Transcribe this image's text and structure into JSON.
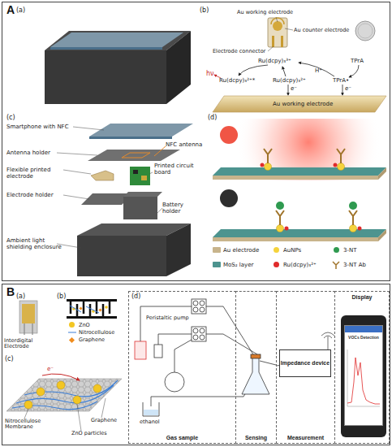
{
  "diagram": {
    "nodes": [
      {
        "text": [
          "A"
        ]
      },
      {
        "text": [
          "B"
        ]
      },
      {
        "text": [
          "Gas sample"
        ],
        "in": 1
      },
      {
        "text": [
          "Sensing"
        ],
        "in": 1
      },
      {
        "text": [
          "Measurement"
        ],
        "in": 1
      },
      {
        "text": [
          "Impedance device"
        ],
        "in": 4
      },
      {
        "text": [
          "Display"
        ],
        "in": 1
      },
      {
        "text": [
          "VOCs Detection"
        ],
        "in": 6
      }
    ],
    "edges": [
      {
        "from": 3,
        "to": 5,
        "arrow": "none"
      }
    ],
    "labels": [
      "(a)",
      "(b)",
      "Au working electrode",
      "Au counter electrode",
      "Electrode connector",
      "hν",
      "Ru(dcpy)₃³⁺",
      "TPrA",
      "H⁺",
      "Ru(dcpy)₃²⁺*",
      "Ru(dcpy)₃²⁺",
      "TPrA•",
      "e⁻",
      "e⁻",
      "Au working electrode",
      "(c)",
      "Smartphone with NFC",
      "Antenna holder",
      "NFC antenna",
      "Flexible printed electrode",
      "Printed circuit board",
      "Electrode holder",
      "Battery holder",
      "Ambient light shielding enclosure",
      "(d)",
      "(a)",
      "(b)",
      "Interdigital Electrode",
      "(c)",
      "e⁻",
      "Nitrocellulose Membrane",
      "ZnO particles",
      "Graphene",
      "(d)",
      "Peristaltic pump",
      "ethanol"
    ],
    "legend": [
      {
        "text": "Au electrode",
        "color": "#c8b48c"
      },
      {
        "text": "AuNPs",
        "color": "#f5d33c"
      },
      {
        "text": "3-NT",
        "color": "#2f9a50"
      },
      {
        "text": "MoS₂ layer",
        "color": "#4d948f"
      },
      {
        "text": "Ru(dcpy)₃²⁺",
        "color": "#e02b2b"
      },
      {
        "text": "3-NT Ab"
      },
      {
        "text": "ZnO",
        "color": "#f3c623"
      },
      {
        "text": "Nitrocellulose"
      },
      {
        "text": "Graphene",
        "color": "#f08c1e"
      }
    ]
  }
}
